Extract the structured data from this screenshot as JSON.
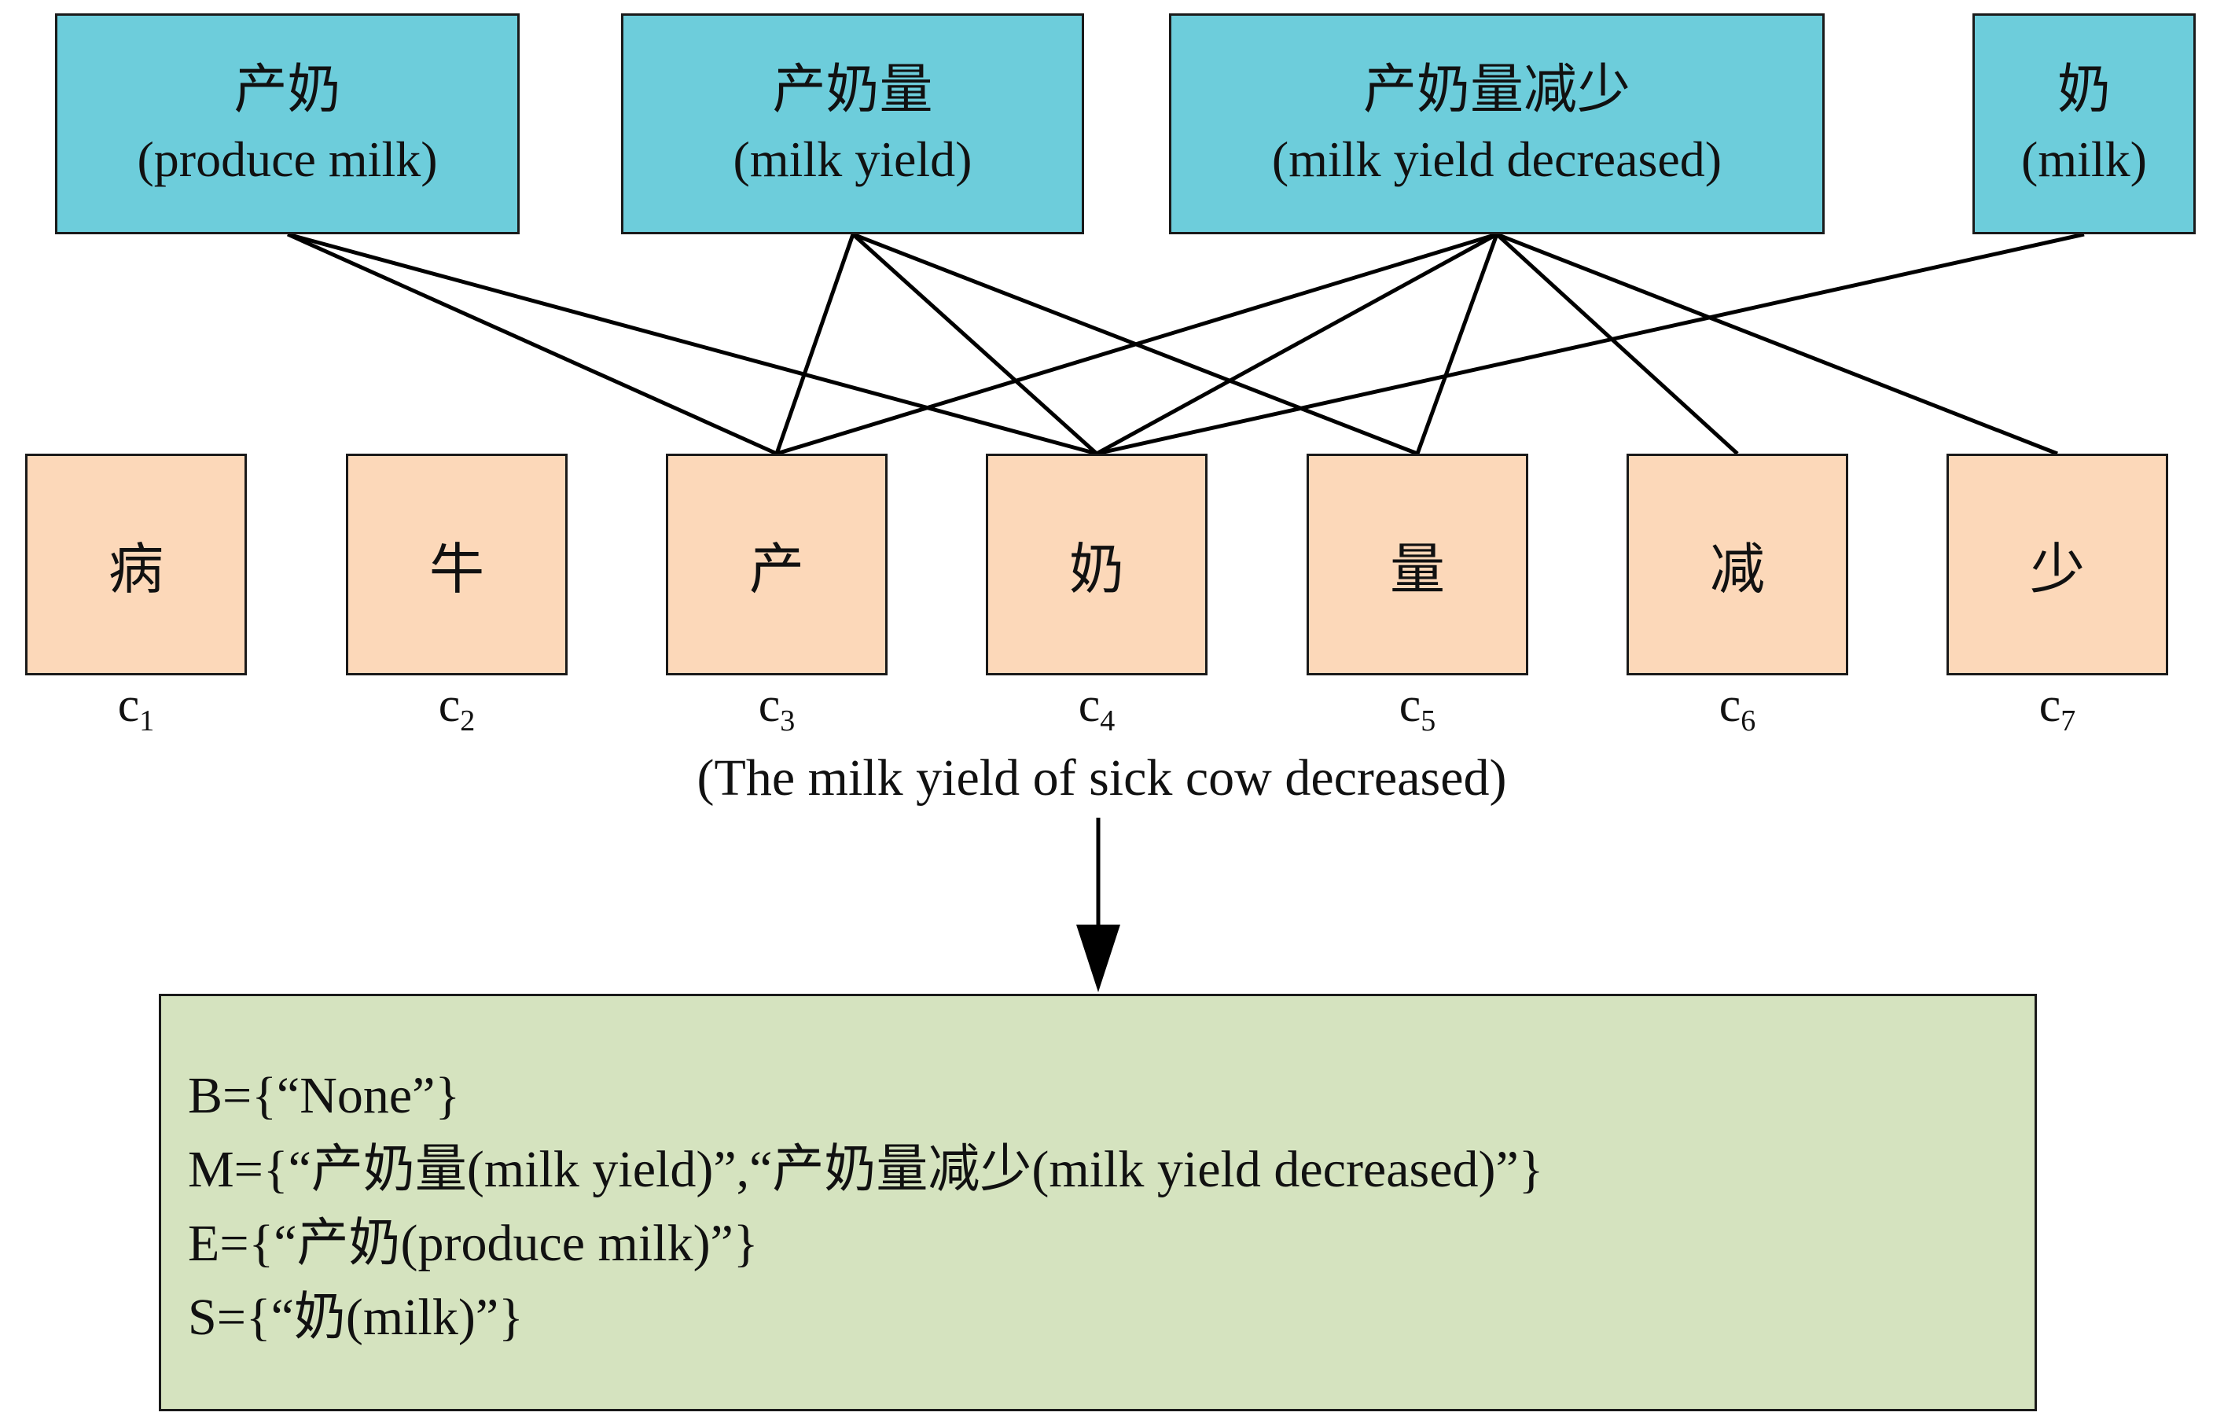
{
  "words": [
    {
      "zh": "产奶",
      "en": "(produce milk)"
    },
    {
      "zh": "产奶量",
      "en": "(milk yield)"
    },
    {
      "zh": "产奶量减少",
      "en": "(milk yield decreased)"
    },
    {
      "zh": "奶",
      "en": "(milk)"
    }
  ],
  "chars": [
    {
      "char": "病",
      "label": "c",
      "index": "1"
    },
    {
      "char": "牛",
      "label": "c",
      "index": "2"
    },
    {
      "char": "产",
      "label": "c",
      "index": "3"
    },
    {
      "char": "奶",
      "label": "c",
      "index": "4"
    },
    {
      "char": "量",
      "label": "c",
      "index": "5"
    },
    {
      "char": "减",
      "label": "c",
      "index": "6"
    },
    {
      "char": "少",
      "label": "c",
      "index": "7"
    }
  ],
  "caption": "(The milk yield of sick cow decreased)",
  "result_lines": [
    "B={“None”}",
    "M={“产奶量(milk yield)”,“产奶量减少(milk yield decreased)”}",
    "E={“产奶(produce milk)”}",
    "S={“奶(milk)”}"
  ],
  "links": [
    {
      "word": 0,
      "char": 2
    },
    {
      "word": 0,
      "char": 3
    },
    {
      "word": 1,
      "char": 2
    },
    {
      "word": 1,
      "char": 3
    },
    {
      "word": 1,
      "char": 4
    },
    {
      "word": 2,
      "char": 2
    },
    {
      "word": 2,
      "char": 3
    },
    {
      "word": 2,
      "char": 4
    },
    {
      "word": 2,
      "char": 5
    },
    {
      "word": 2,
      "char": 6
    },
    {
      "word": 3,
      "char": 3
    }
  ],
  "colors": {
    "word_box": "#6dcddb",
    "char_box": "#fcd8b9",
    "result_box": "#d5e3bf",
    "line": "#000000"
  }
}
